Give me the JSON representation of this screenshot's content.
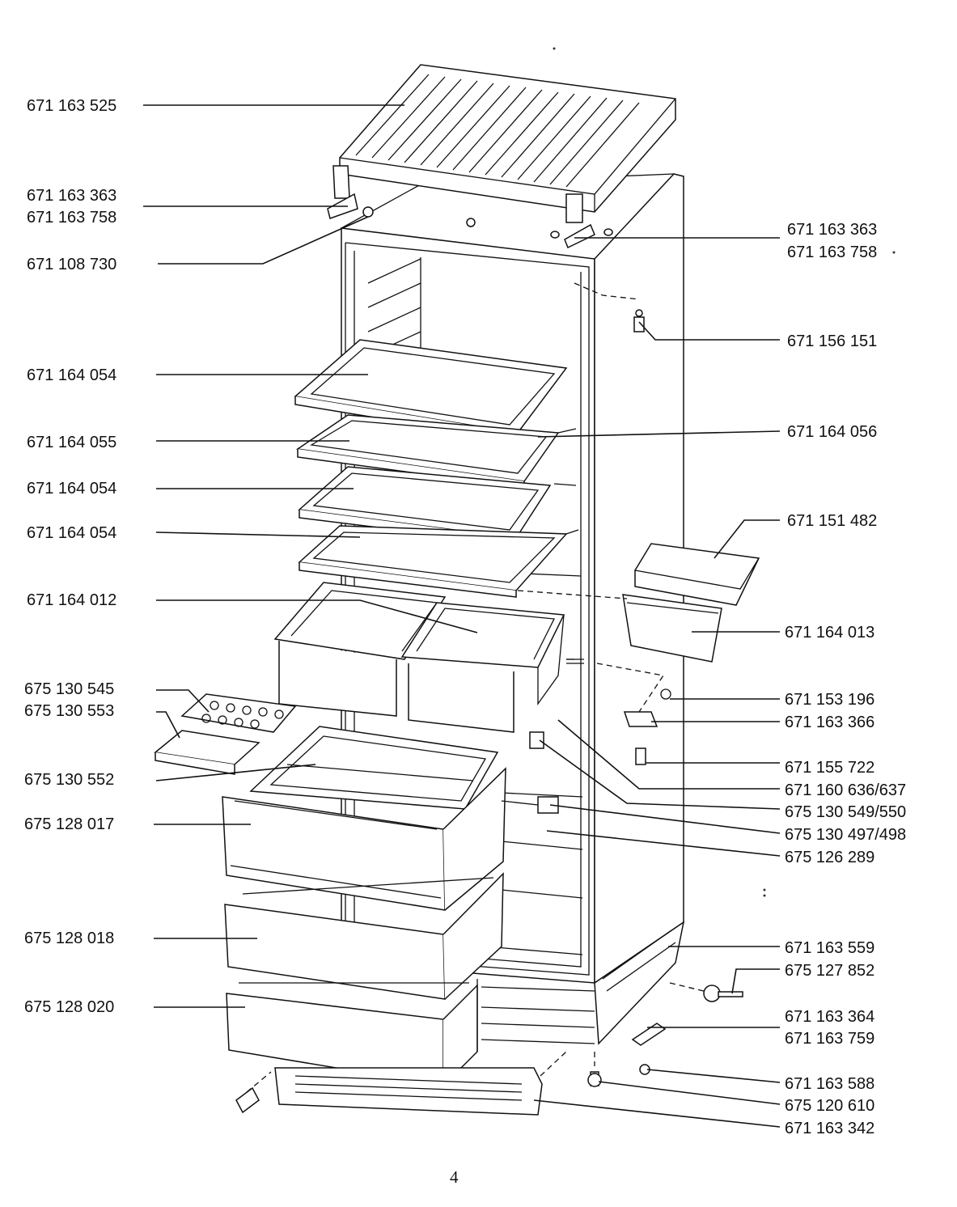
{
  "page_number": "4",
  "callouts": {
    "top_cover": "671 163 525",
    "hinge_left_a": "671 163 363",
    "hinge_left_b": "671 163 758",
    "pin_left": "671 108 730",
    "shelf_1": "671 164 054",
    "shelf_2": "671 164 055",
    "shelf_3": "671 164 054",
    "shelf_4": "671 164 054",
    "crisper_boxes": "671 164 012",
    "egg_tray": "675 130 545",
    "ice_tray": "675 130 553",
    "drawer_frame": "675 130 552",
    "drawer_1": "675 128 017",
    "drawer_2": "675 128 018",
    "drawer_3": "675 128 020",
    "hinge_right_a": "671 163 363",
    "hinge_right_b": "671 163 758",
    "lamp": "671 156 151",
    "shelf_rail": "671 164 056",
    "door_tray": "671 151 482",
    "door_bin": "671 164 013",
    "part_196": "671 153 196",
    "part_366": "671 163 366",
    "part_722": "671 155 722",
    "part_636": "671 160 636/637",
    "part_549": "675 130 549/550",
    "part_497": "675 130 497/498",
    "evaporator": "675 126 289",
    "plinth": "671 163 559",
    "foot_wheel": "675 127 852",
    "hinge_low_a": "671 163 364",
    "hinge_low_b": "671 163 759",
    "part_588": "671 163 588",
    "part_610": "675 120 610",
    "grille": "671 163 342"
  }
}
